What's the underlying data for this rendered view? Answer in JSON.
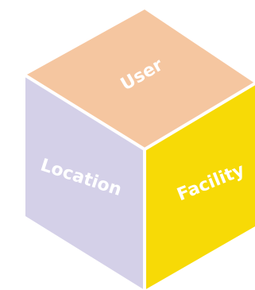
{
  "faces": {
    "top": {
      "label": "User",
      "color": "#f5c6a0"
    },
    "left": {
      "label": "Location",
      "color": "#d4d0e8"
    },
    "right": {
      "label": "Facility",
      "color": "#f7da06"
    }
  },
  "edge_color": "#ffffff"
}
